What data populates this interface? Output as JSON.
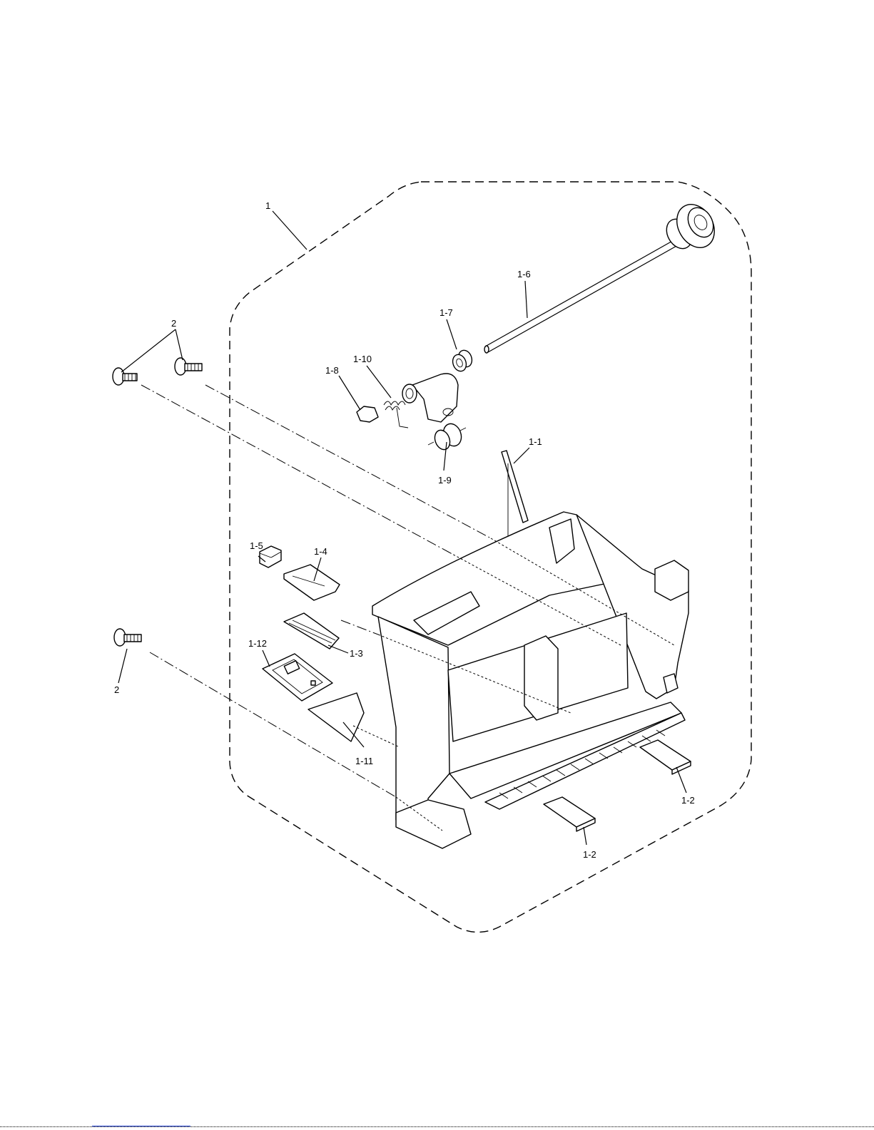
{
  "figure": {
    "callouts": [
      {
        "id": "assembly",
        "label": "1"
      },
      {
        "id": "screw-upper",
        "label": "2"
      },
      {
        "id": "screw-lower",
        "label": "2"
      },
      {
        "id": "p1-1",
        "label": "1-1"
      },
      {
        "id": "p1-2a",
        "label": "1-2"
      },
      {
        "id": "p1-2b",
        "label": "1-2"
      },
      {
        "id": "p1-3",
        "label": "1-3"
      },
      {
        "id": "p1-4",
        "label": "1-4"
      },
      {
        "id": "p1-5",
        "label": "1-5"
      },
      {
        "id": "p1-6",
        "label": "1-6"
      },
      {
        "id": "p1-7",
        "label": "1-7"
      },
      {
        "id": "p1-8",
        "label": "1-8"
      },
      {
        "id": "p1-9",
        "label": "1-9"
      },
      {
        "id": "p1-10",
        "label": "1-10"
      },
      {
        "id": "p1-11",
        "label": "1-11"
      },
      {
        "id": "p1-12",
        "label": "1-12"
      }
    ]
  },
  "colors": {
    "line": "#000000",
    "background": "#ffffff",
    "footer_link": "#1f3fd0"
  }
}
